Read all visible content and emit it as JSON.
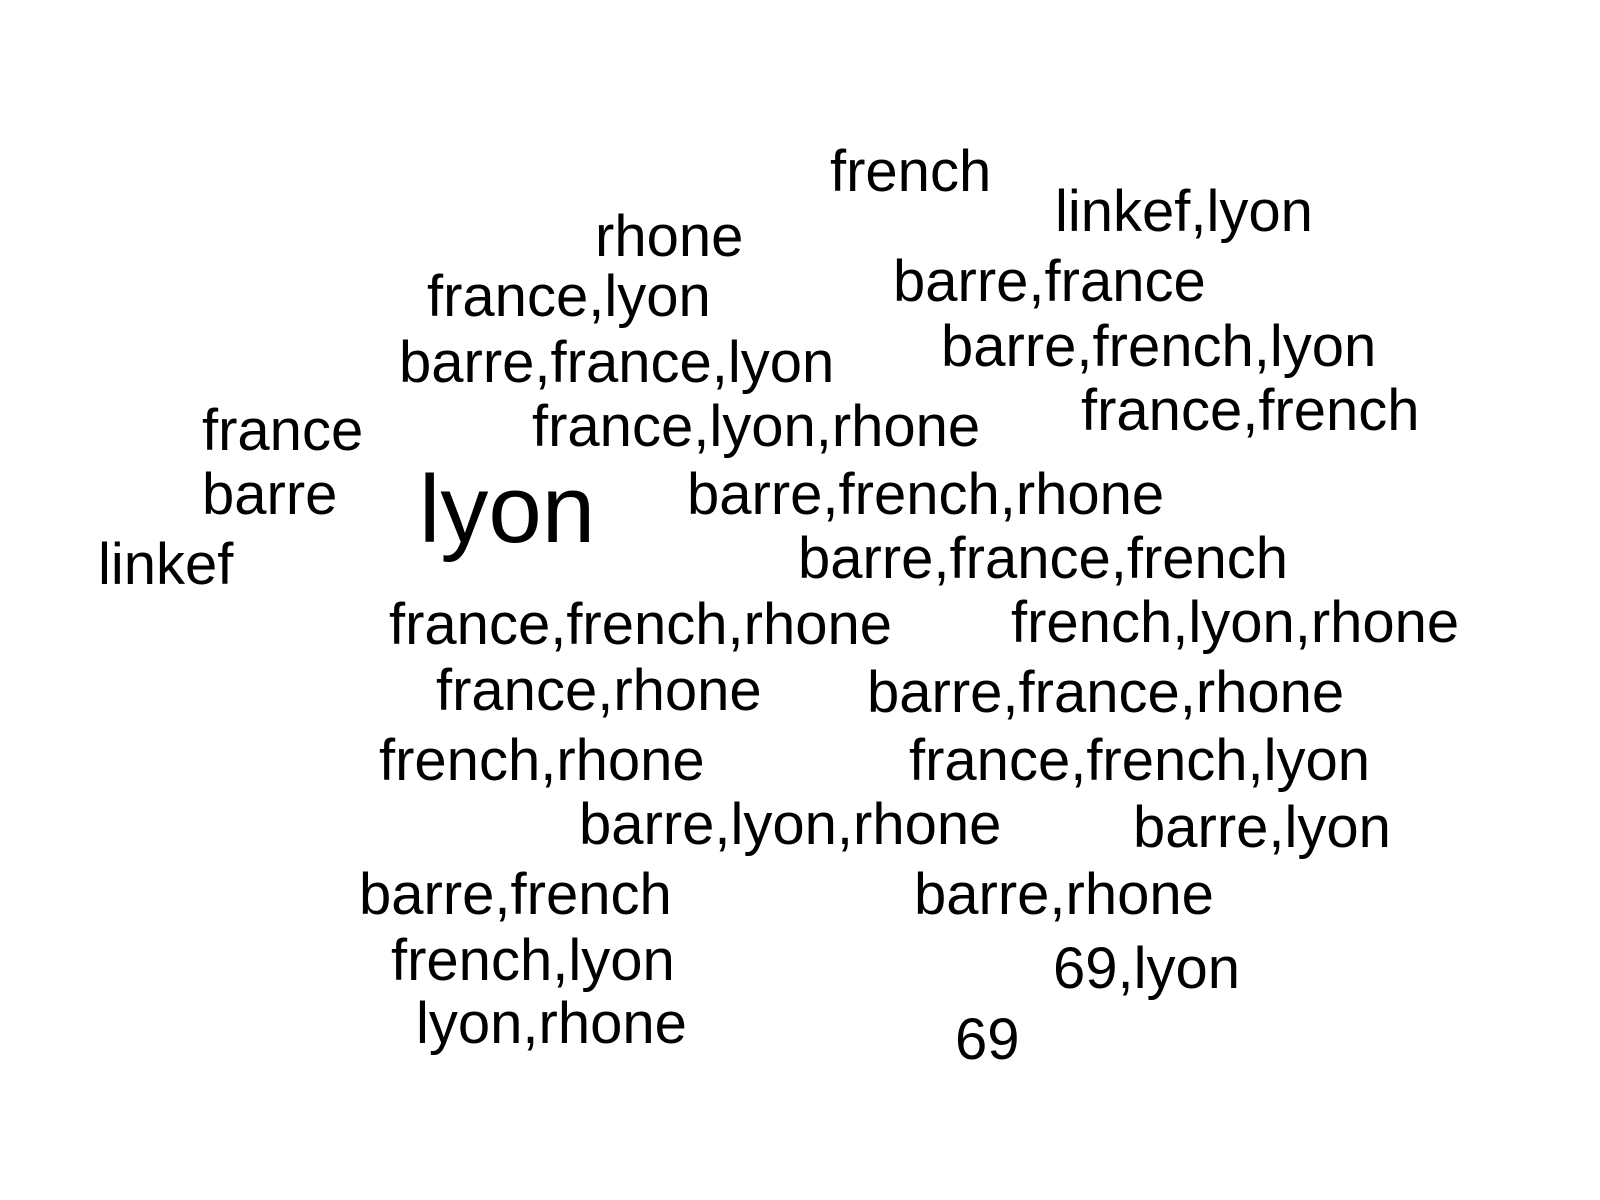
{
  "word_cloud": {
    "text_color": "#000000",
    "background_color": "#ffffff",
    "terms": [
      "french",
      "linkef,lyon",
      "rhone",
      "barre,france",
      "france,lyon",
      "barre,french,lyon",
      "barre,france,lyon",
      "france,french",
      "france",
      "france,lyon,rhone",
      "barre",
      "lyon",
      "barre,french,rhone",
      "linkef",
      "barre,france,french",
      "france,french,rhone",
      "french,lyon,rhone",
      "france,rhone",
      "barre,france,rhone",
      "french,rhone",
      "france,french,lyon",
      "barre,lyon,rhone",
      "barre,lyon",
      "barre,french",
      "barre,rhone",
      "french,lyon",
      "69,lyon",
      "lyon,rhone",
      "69"
    ]
  }
}
